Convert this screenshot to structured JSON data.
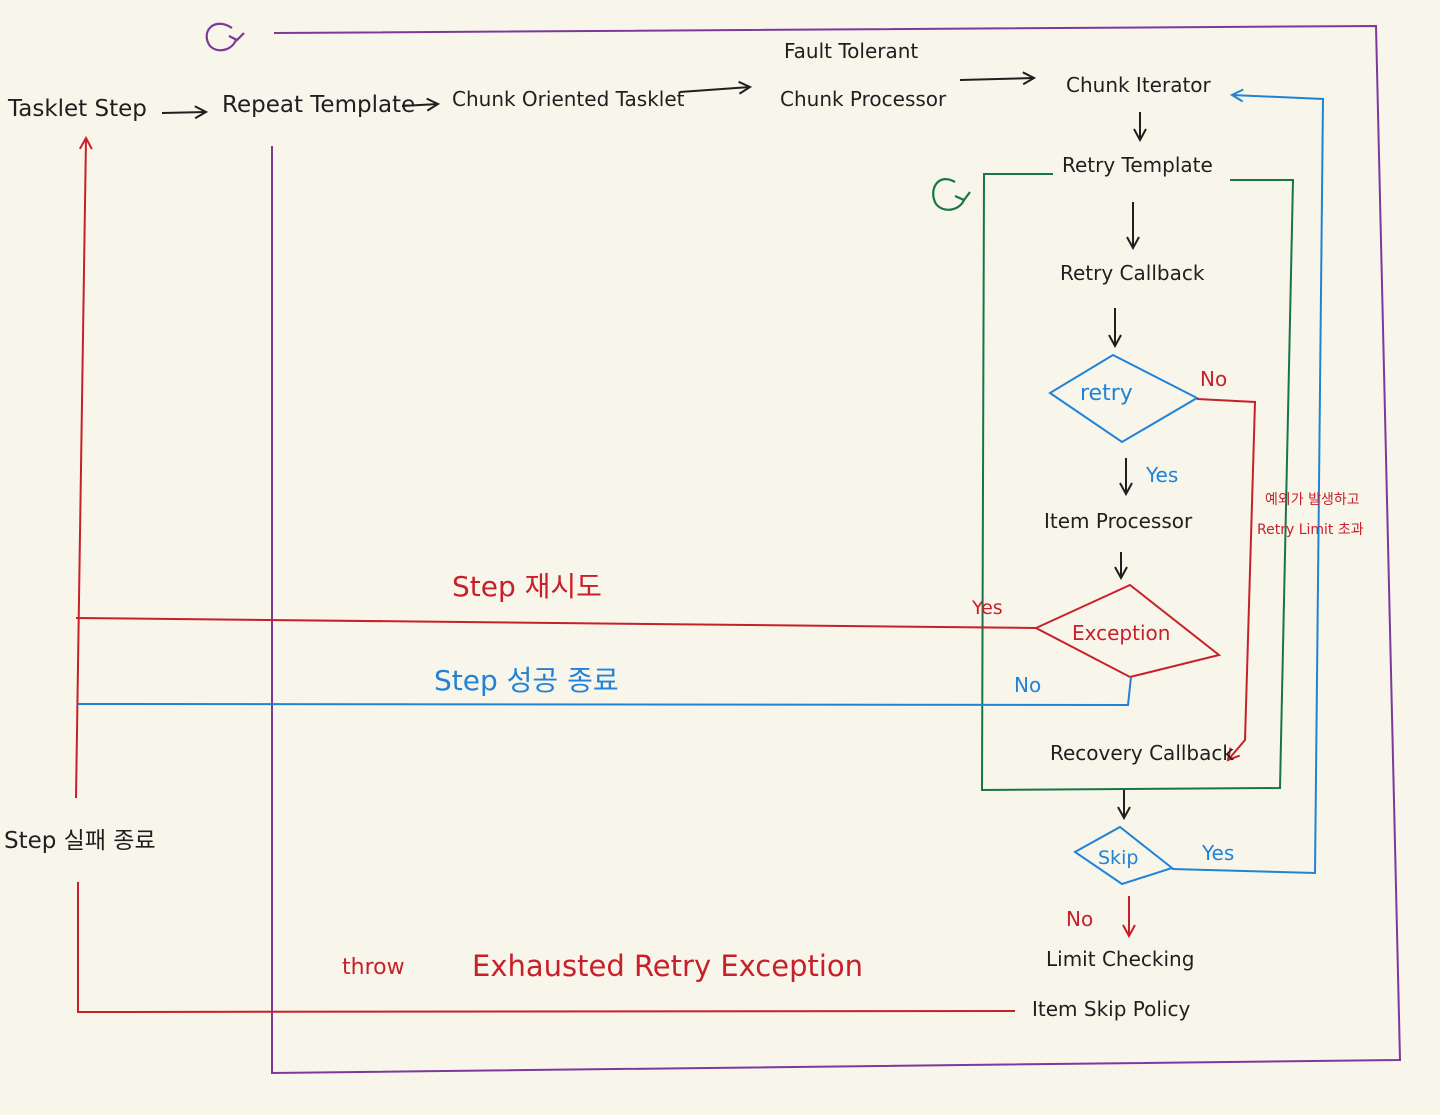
{
  "colors": {
    "background": "#f8f5ea",
    "black": "#1f1f1f",
    "red": "#c8202a",
    "blue": "#2183d6",
    "purple": "#7b3a9a",
    "green": "#197548"
  },
  "nodes": {
    "tasklet_step": "Tasklet Step",
    "repeat_template": "Repeat Template",
    "chunk_oriented_tasklet": "Chunk Oriented Tasklet",
    "fault_tolerant_line1": "Fault Tolerant",
    "fault_tolerant_line2": "Chunk Processor",
    "chunk_iterator": "Chunk Iterator",
    "retry_template": "Retry Template",
    "retry_callback": "Retry Callback",
    "retry_decision": "retry",
    "item_processor": "Item Processor",
    "exception_decision": "Exception",
    "recovery_callback": "Recovery Callback",
    "skip_decision": "Skip",
    "limit_checking": "Limit Checking",
    "item_skip_policy": "Item Skip Policy"
  },
  "edge_labels": {
    "retry_no": "No",
    "retry_yes": "Yes",
    "exception_yes": "Yes",
    "exception_no": "No",
    "skip_yes": "Yes",
    "skip_no": "No",
    "retry_limit_line1": "예외가 발생하고",
    "retry_limit_line2": "Retry Limit 초과",
    "step_retry": "Step 재시도",
    "step_success": "Step 성공 종료",
    "step_fail": "Step 실패 종료",
    "throw": "throw",
    "exhausted": "Exhausted Retry Exception"
  },
  "icons": {
    "repeat": "repeat-loop-icon",
    "retry": "retry-loop-icon"
  }
}
